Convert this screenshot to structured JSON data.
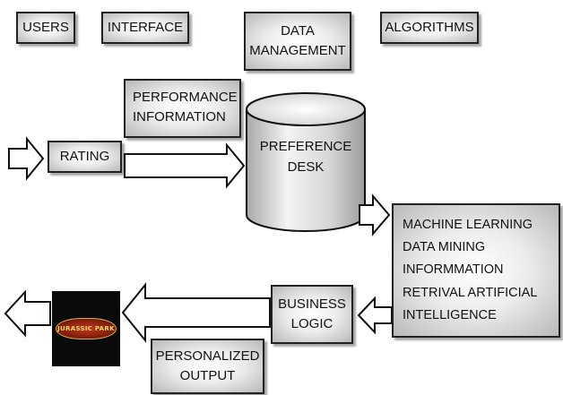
{
  "headers": {
    "users": "USERS",
    "interface": "INTERFACE",
    "data_management": "DATA\nMANAGEMENT",
    "algorithms": "ALGORITHMS"
  },
  "boxes": {
    "performance_information": "PERFORMANCE\nINFORMATION",
    "rating": "RATING",
    "preference_desk": "PREFERENCE\nDESK",
    "ml_block": "MACHINE LEARNING\nDATA MINING\nINFORMMATION\nRETRIVAL ARTIFICIAL\nINTELLIGENCE",
    "business_logic": "BUSINESS\nLOGIC",
    "personalized_output": "PERSONALIZED\nOUTPUT"
  },
  "logo": {
    "text": "JURASSIC PARK"
  },
  "colors": {
    "stroke": "#111111",
    "box_fill_center": "#ffffff",
    "box_fill_edge": "#b8b8b8",
    "logo_background": "#0a0a0a"
  }
}
